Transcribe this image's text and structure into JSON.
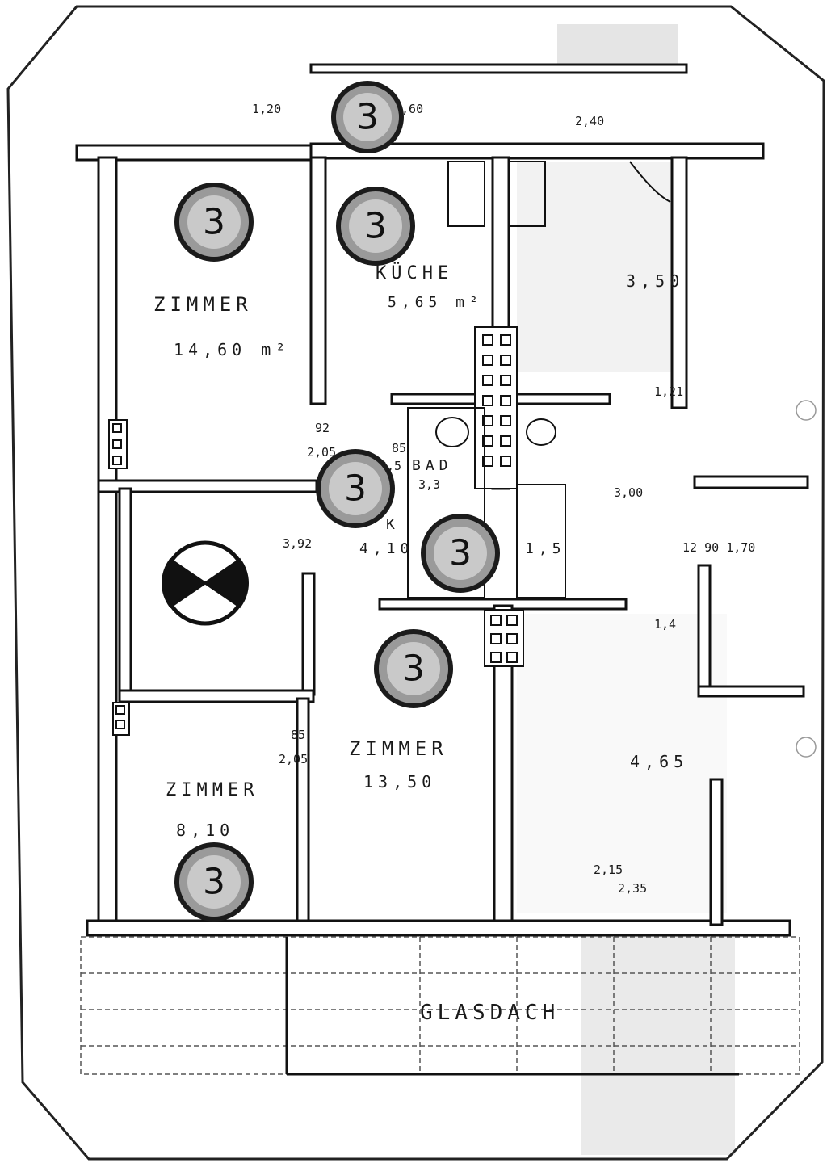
{
  "rooms": {
    "zimmer_top": {
      "name": "ZIMMER",
      "area": "14,60 m²"
    },
    "kueche": {
      "name": "KÜCHE",
      "area": "5,65 m²"
    },
    "right_top": {
      "area": "3,50"
    },
    "bad": {
      "name": "BAD",
      "area": "3,3"
    },
    "flur": {
      "name": "K",
      "area": "4,10"
    },
    "wc": {
      "area": "1,5"
    },
    "zimmer_mid": {
      "name": "ZIMMER",
      "area": "13,50"
    },
    "zimmer_bottom": {
      "name": "ZIMMER",
      "area": "8,10"
    },
    "right_bottom": {
      "area": "4,65"
    },
    "glasdach": {
      "name": "GLASDACH"
    }
  },
  "dimensions": {
    "d_120": "1,20",
    "d_260": "2,60",
    "d_240": "2,40",
    "d_121": "1,21",
    "d_92": "92",
    "d_205a": "2,05",
    "d_85a": "85",
    "d_25": "2,5",
    "d_300": "3,00",
    "d_392": "3,92",
    "d_1210": "12 90 1,70",
    "d_14": "1,4",
    "d_85b": "85",
    "d_205b": "2,05",
    "d_215": "2,15",
    "d_235": "2,35"
  },
  "markers": [
    {
      "number": "3"
    },
    {
      "number": "3"
    },
    {
      "number": "3"
    },
    {
      "number": "3"
    },
    {
      "number": "3"
    },
    {
      "number": "3"
    },
    {
      "number": "3"
    }
  ],
  "colors": {
    "paper": "#ffffff",
    "ink": "#111111",
    "marker": "#9a9a9a"
  }
}
